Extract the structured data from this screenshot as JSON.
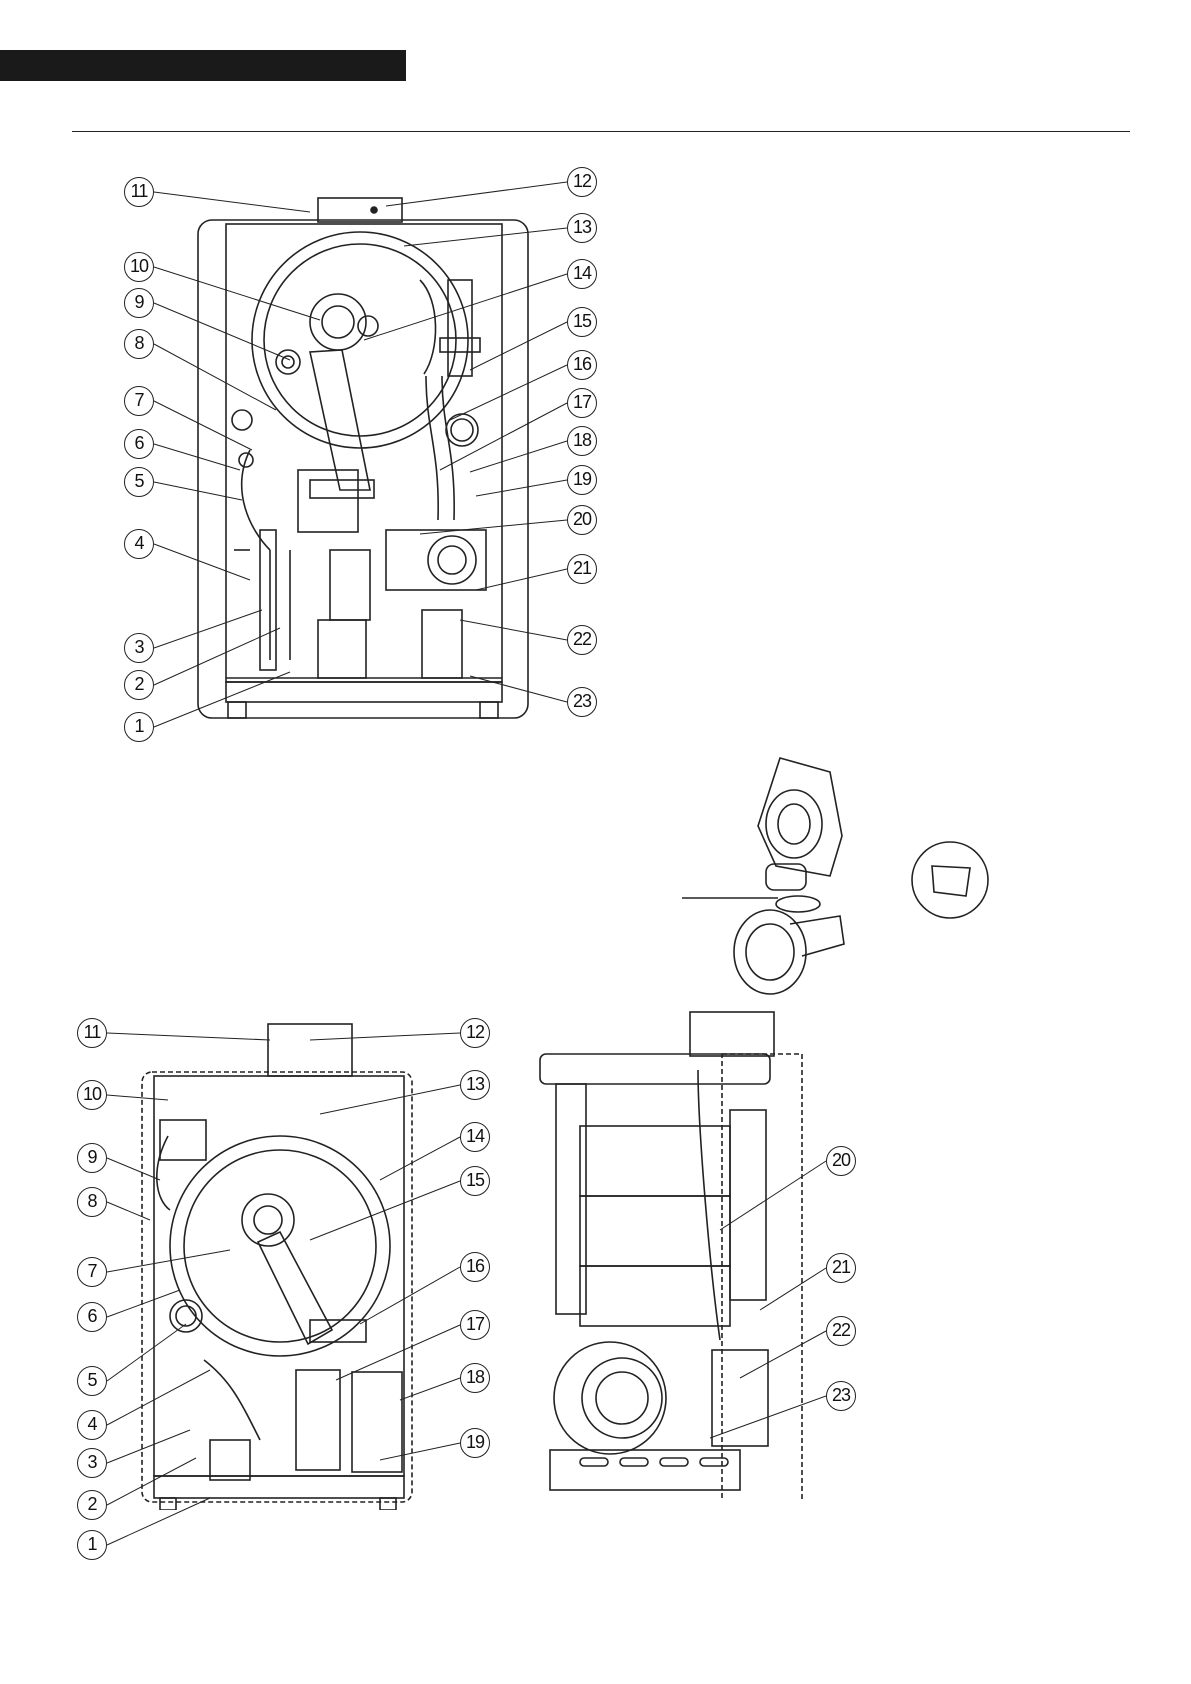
{
  "header": {
    "bar_color": "#1a1a1a"
  },
  "figures": {
    "front_top": {
      "left_callouts": [
        "11",
        "10",
        "9",
        "8",
        "7",
        "6",
        "5",
        "4",
        "3",
        "2",
        "1"
      ],
      "right_callouts": [
        "12",
        "13",
        "14",
        "15",
        "16",
        "17",
        "18",
        "19",
        "20",
        "21",
        "22",
        "23"
      ]
    },
    "front_bottom": {
      "left_callouts": [
        "11",
        "10",
        "9",
        "8",
        "7",
        "6",
        "5",
        "4",
        "3",
        "2",
        "1"
      ],
      "right_callouts": [
        "12",
        "13",
        "14",
        "15",
        "16",
        "17",
        "18",
        "19"
      ]
    },
    "side_view": {
      "right_callouts": [
        "20",
        "21",
        "22",
        "23"
      ]
    }
  }
}
